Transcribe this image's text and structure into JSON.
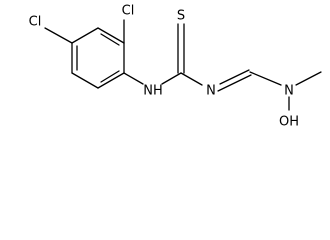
{
  "molecule": {
    "atoms": {
      "cl_left": "Cl",
      "cl_top": "Cl",
      "nh_amine": "NH",
      "s_thio": "S",
      "n_imine": "N",
      "n_hydroxy": "N",
      "oh": "OH"
    },
    "colors": {
      "bond": "#000000",
      "text": "#000000",
      "background": "#ffffff"
    }
  }
}
